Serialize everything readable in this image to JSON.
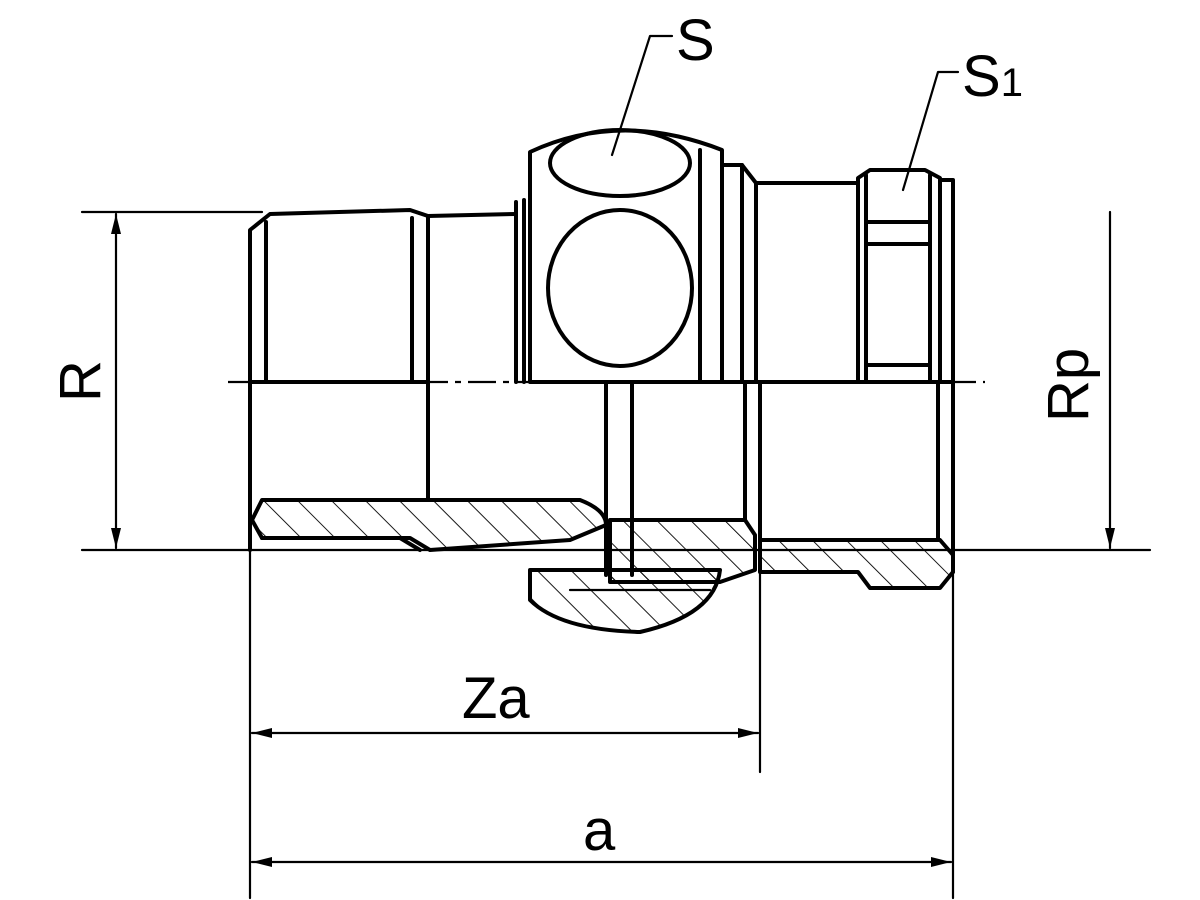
{
  "labels": {
    "wrench_size": "S",
    "nut_size": "S",
    "nut_size_sub": "1",
    "male_thread": "R",
    "female_thread": "Rp",
    "insertion_length": "Za",
    "overall_length": "a"
  }
}
